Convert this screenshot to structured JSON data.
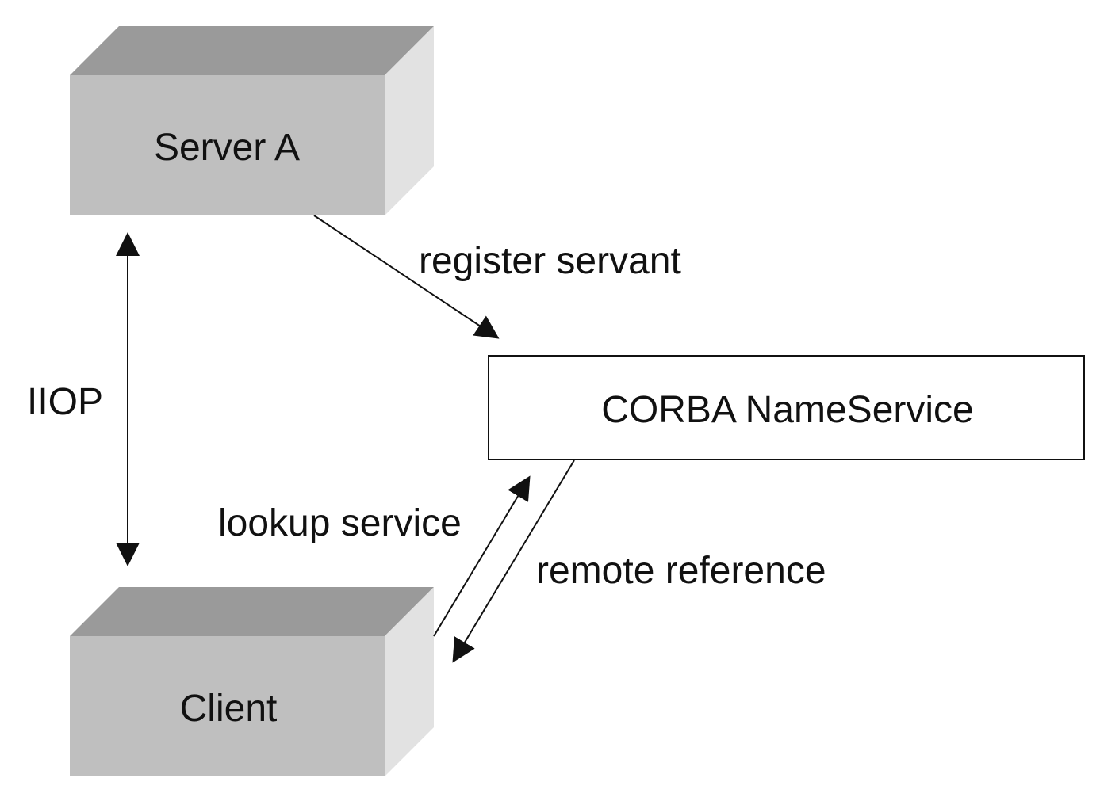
{
  "nodes": {
    "server_a": "Server A",
    "client": "Client",
    "name_service": "CORBA NameService"
  },
  "edges": {
    "iiop": "IIOP",
    "register_servant": "register servant",
    "lookup_service": "lookup service",
    "remote_reference": "remote reference"
  },
  "colors": {
    "box_front": "#bfbfbf",
    "box_top": "#9a9a9a",
    "box_side": "#e2e2e2",
    "line": "#111111"
  }
}
